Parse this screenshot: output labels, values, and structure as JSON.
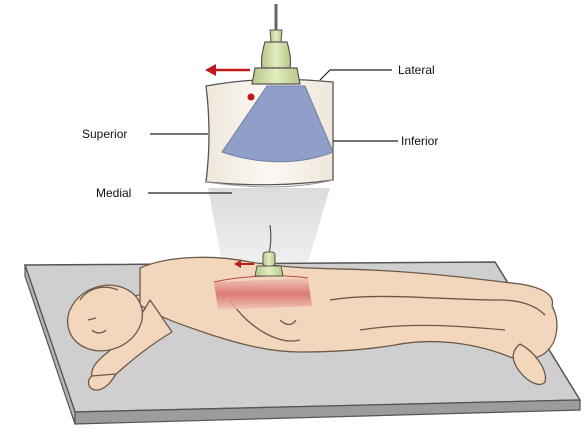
{
  "labels": {
    "lateral": "Lateral",
    "superior": "Superior",
    "inferior": "Inferior",
    "medial": "Medial"
  },
  "colors": {
    "skin": "#f3d7bd",
    "skin_stroke": "#6b5a4a",
    "table_top": "#cfcfcf",
    "table_edge": "#9c9c9c",
    "probe": "#d6e3a8",
    "arrow_red": "#c01a1a",
    "beam_blue": "#8f9fc8",
    "panel_bg": "#faf5ee",
    "highlight_red": "#d15a5a"
  },
  "icons": {
    "probe": "ultrasound-probe-icon",
    "direction_arrow": "left-arrow-icon",
    "orientation_marker": "red-dot-marker"
  }
}
